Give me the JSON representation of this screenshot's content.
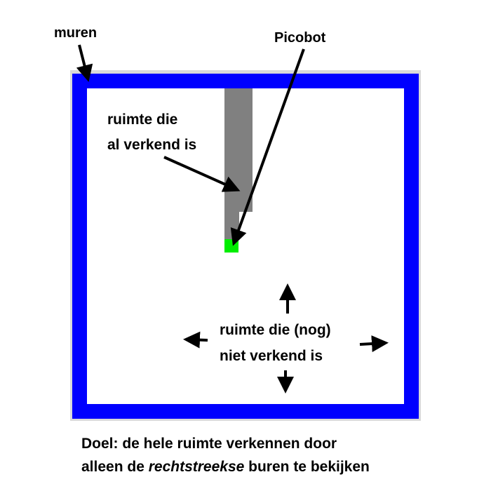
{
  "colors": {
    "wall": "#0000ff",
    "outer_frame": "#d9d9d9",
    "explored": "#808080",
    "picobot": "#00ee00",
    "arrow": "#000000"
  },
  "labels": {
    "walls": "muren",
    "picobot": "Picobot",
    "explored_line1": "ruimte die",
    "explored_line2": "al verkend is",
    "unexplored_line1": "ruimte die (nog)",
    "unexplored_line2": "niet verkend is"
  },
  "caption": {
    "line1": "Doel: de hele ruimte verkennen door",
    "line2_before": "alleen de ",
    "line2_italic": "rechtstreekse",
    "line2_after": " buren te bekijken"
  }
}
